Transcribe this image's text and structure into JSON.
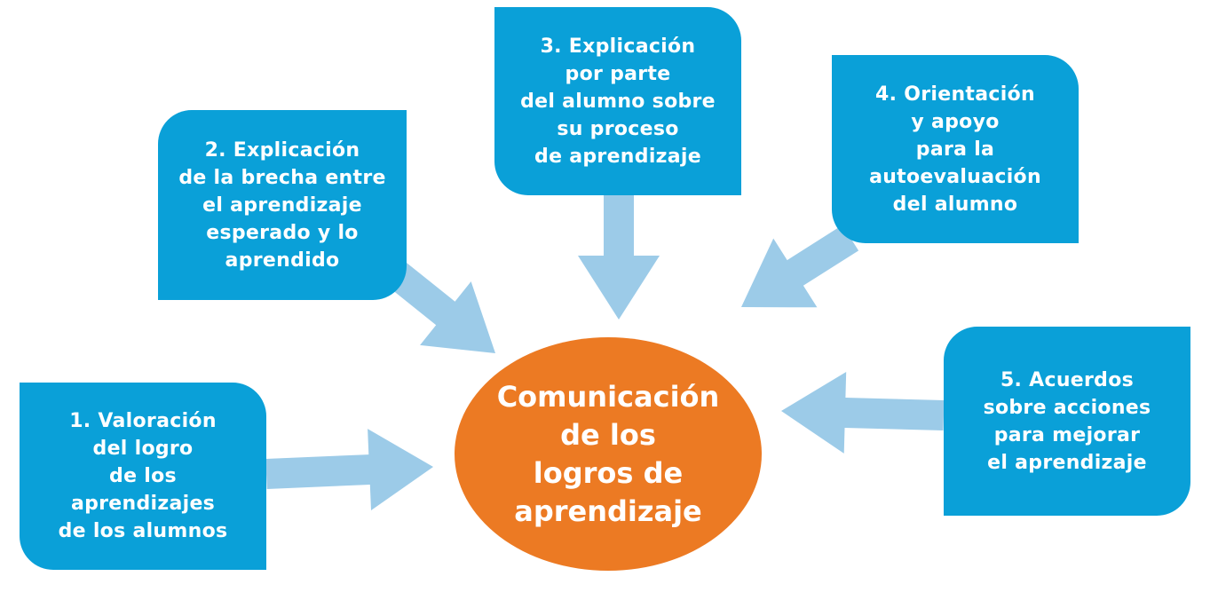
{
  "colors": {
    "box": "#0aa0d8",
    "center": "#ec7a23",
    "arrow": "#9ccbe8",
    "text": "#ffffff"
  },
  "center": {
    "label": "Comunicación\nde los\nlogros de\naprendizaje"
  },
  "steps": [
    {
      "label": "1. Valoración\ndel logro\nde los\naprendizajes\nde los alumnos"
    },
    {
      "label": "2. Explicación\nde la brecha entre\nel aprendizaje\nesperado y lo\naprendido"
    },
    {
      "label": "3. Explicación\npor parte\ndel alumno sobre\nsu proceso\nde aprendizaje"
    },
    {
      "label": "4. Orientación\ny apoyo\npara la\nautoevaluación\ndel alumno"
    },
    {
      "label": "5. Acuerdos\nsobre acciones\npara mejorar\nel aprendizaje"
    }
  ]
}
